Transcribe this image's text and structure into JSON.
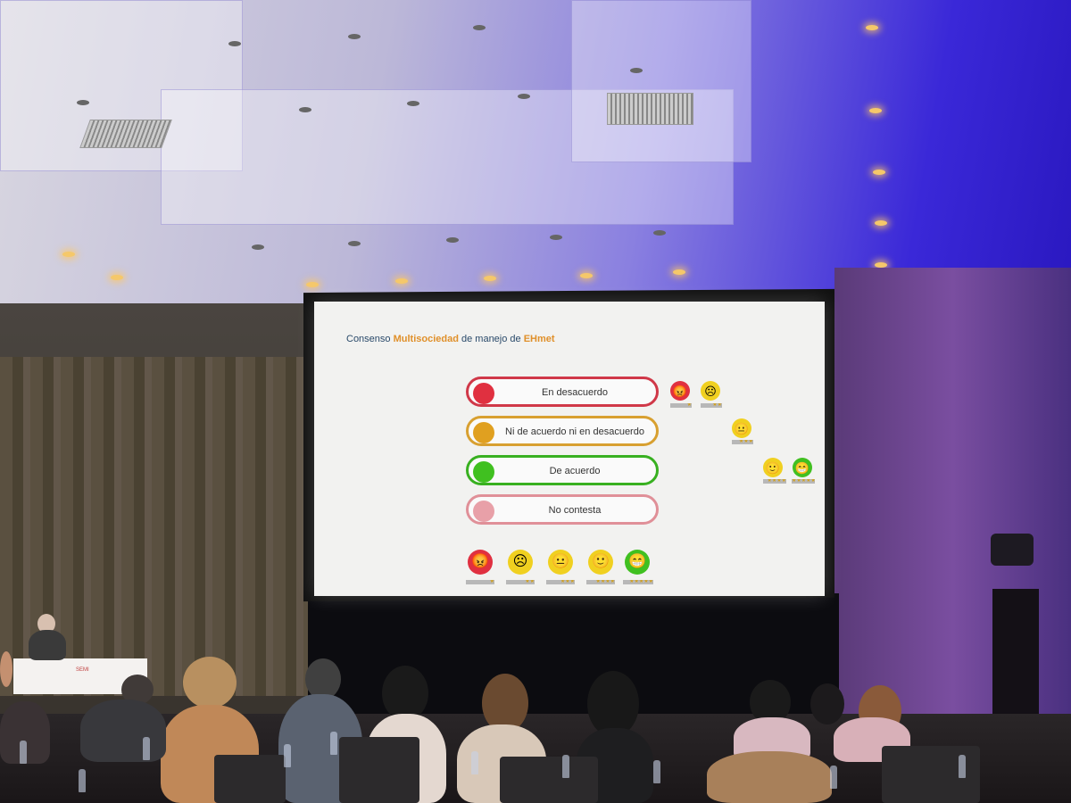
{
  "slide": {
    "title_prefix": "Consenso ",
    "title_highlight1": "Multisociedad",
    "title_middle": " de manejo de ",
    "title_highlight2": "EHmet",
    "options": [
      {
        "label": "En desacuerdo",
        "color": "#e03040",
        "border": "#d03848"
      },
      {
        "label": "Ni de acuerdo ni en desacuerdo",
        "color": "#e0a020",
        "border": "#d8a030"
      },
      {
        "label": "De acuerdo",
        "color": "#40c020",
        "border": "#38b020"
      },
      {
        "label": "No contesta",
        "color": "#e8a0a8",
        "border": "#e09098"
      }
    ],
    "rating_scale": [
      {
        "face": "😡",
        "stars": "★",
        "color": "#e03040"
      },
      {
        "face": "☹",
        "stars": "★★",
        "color": "#f0d020"
      },
      {
        "face": "😐",
        "stars": "★★★",
        "color": "#f0d020"
      },
      {
        "face": "🙂",
        "stars": "★★★★",
        "color": "#f0d020"
      },
      {
        "face": "😁",
        "stars": "★★★★★",
        "color": "#40c020"
      }
    ]
  },
  "scene": {
    "panel_table_label": "SEMI"
  }
}
